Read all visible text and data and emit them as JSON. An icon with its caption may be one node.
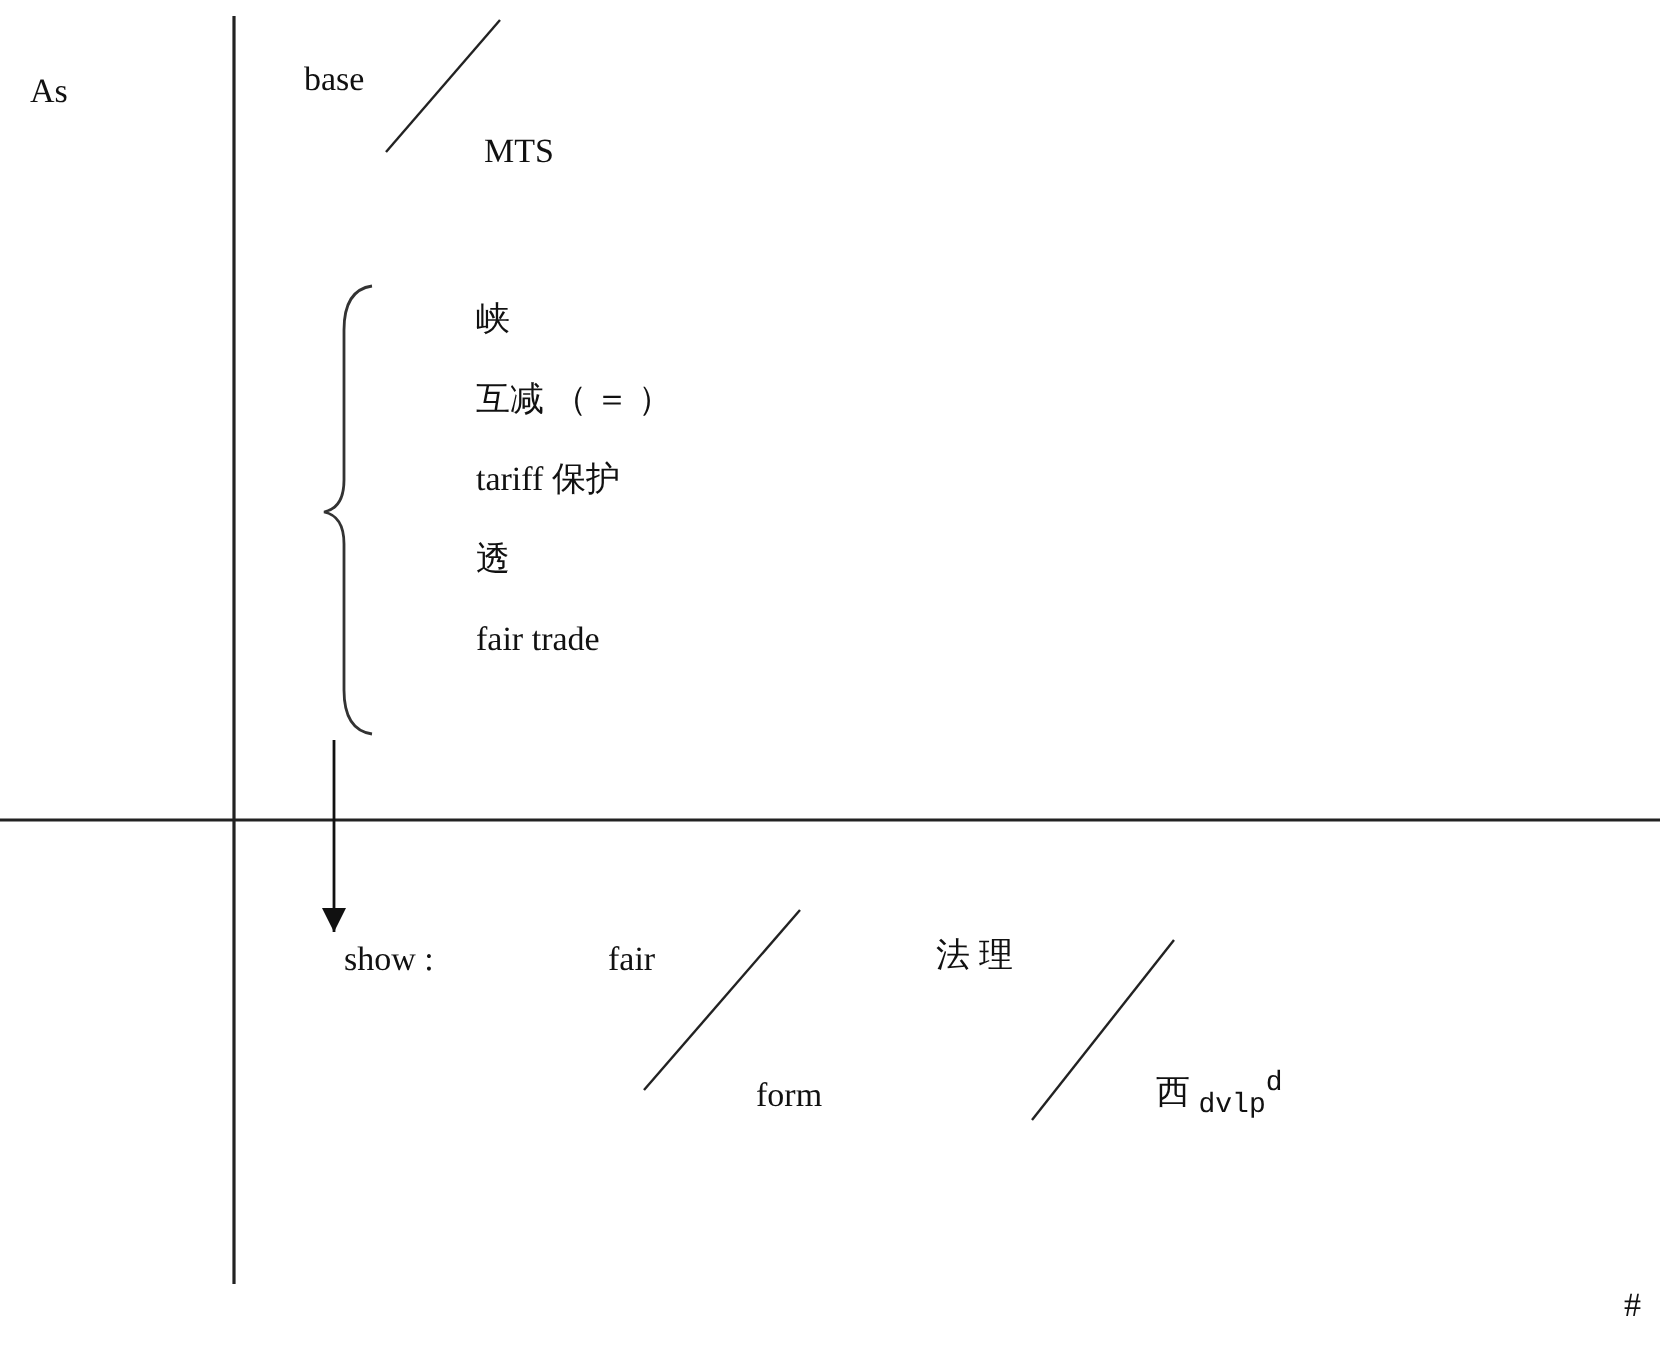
{
  "diagram": {
    "nodes": [
      {
        "text": [
          "峡",
          "互减 （ ＝ ）",
          "tariff 保护",
          "透",
          "fair trade"
        ]
      },
      {
        "text": [
          "show :"
        ]
      }
    ],
    "edges": [
      {
        "from": 0,
        "to": 1,
        "arrow": "to"
      }
    ],
    "labels": [
      "As",
      "base",
      "MTS",
      "fair",
      "法 理",
      "form",
      "西 $_{dvlp}$$^{d}$",
      "#"
    ]
  }
}
